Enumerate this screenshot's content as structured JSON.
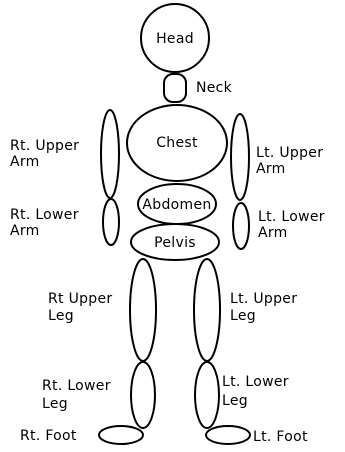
{
  "parts": {
    "head": "Head",
    "neck": "Neck",
    "chest": "Chest",
    "abdomen": "Abdomen",
    "pelvis": "Pelvis",
    "rt_upper_arm": [
      "Rt. Upper",
      "Arm"
    ],
    "lt_upper_arm": [
      "Lt. Upper",
      "Arm"
    ],
    "rt_lower_arm": [
      "Rt. Lower",
      "Arm"
    ],
    "lt_lower_arm": [
      "Lt. Lower",
      "Arm"
    ],
    "rt_upper_leg": [
      "Rt Upper",
      "Leg"
    ],
    "lt_upper_leg": [
      "Lt. Upper",
      "Leg"
    ],
    "rt_lower_leg": [
      "Rt. Lower",
      "Leg"
    ],
    "lt_lower_leg": [
      "Lt. Lower",
      "Leg"
    ],
    "rt_foot": "Rt. Foot",
    "lt_foot": "Lt. Foot"
  },
  "colors": {
    "stroke": "#000000",
    "background": "#ffffff"
  }
}
